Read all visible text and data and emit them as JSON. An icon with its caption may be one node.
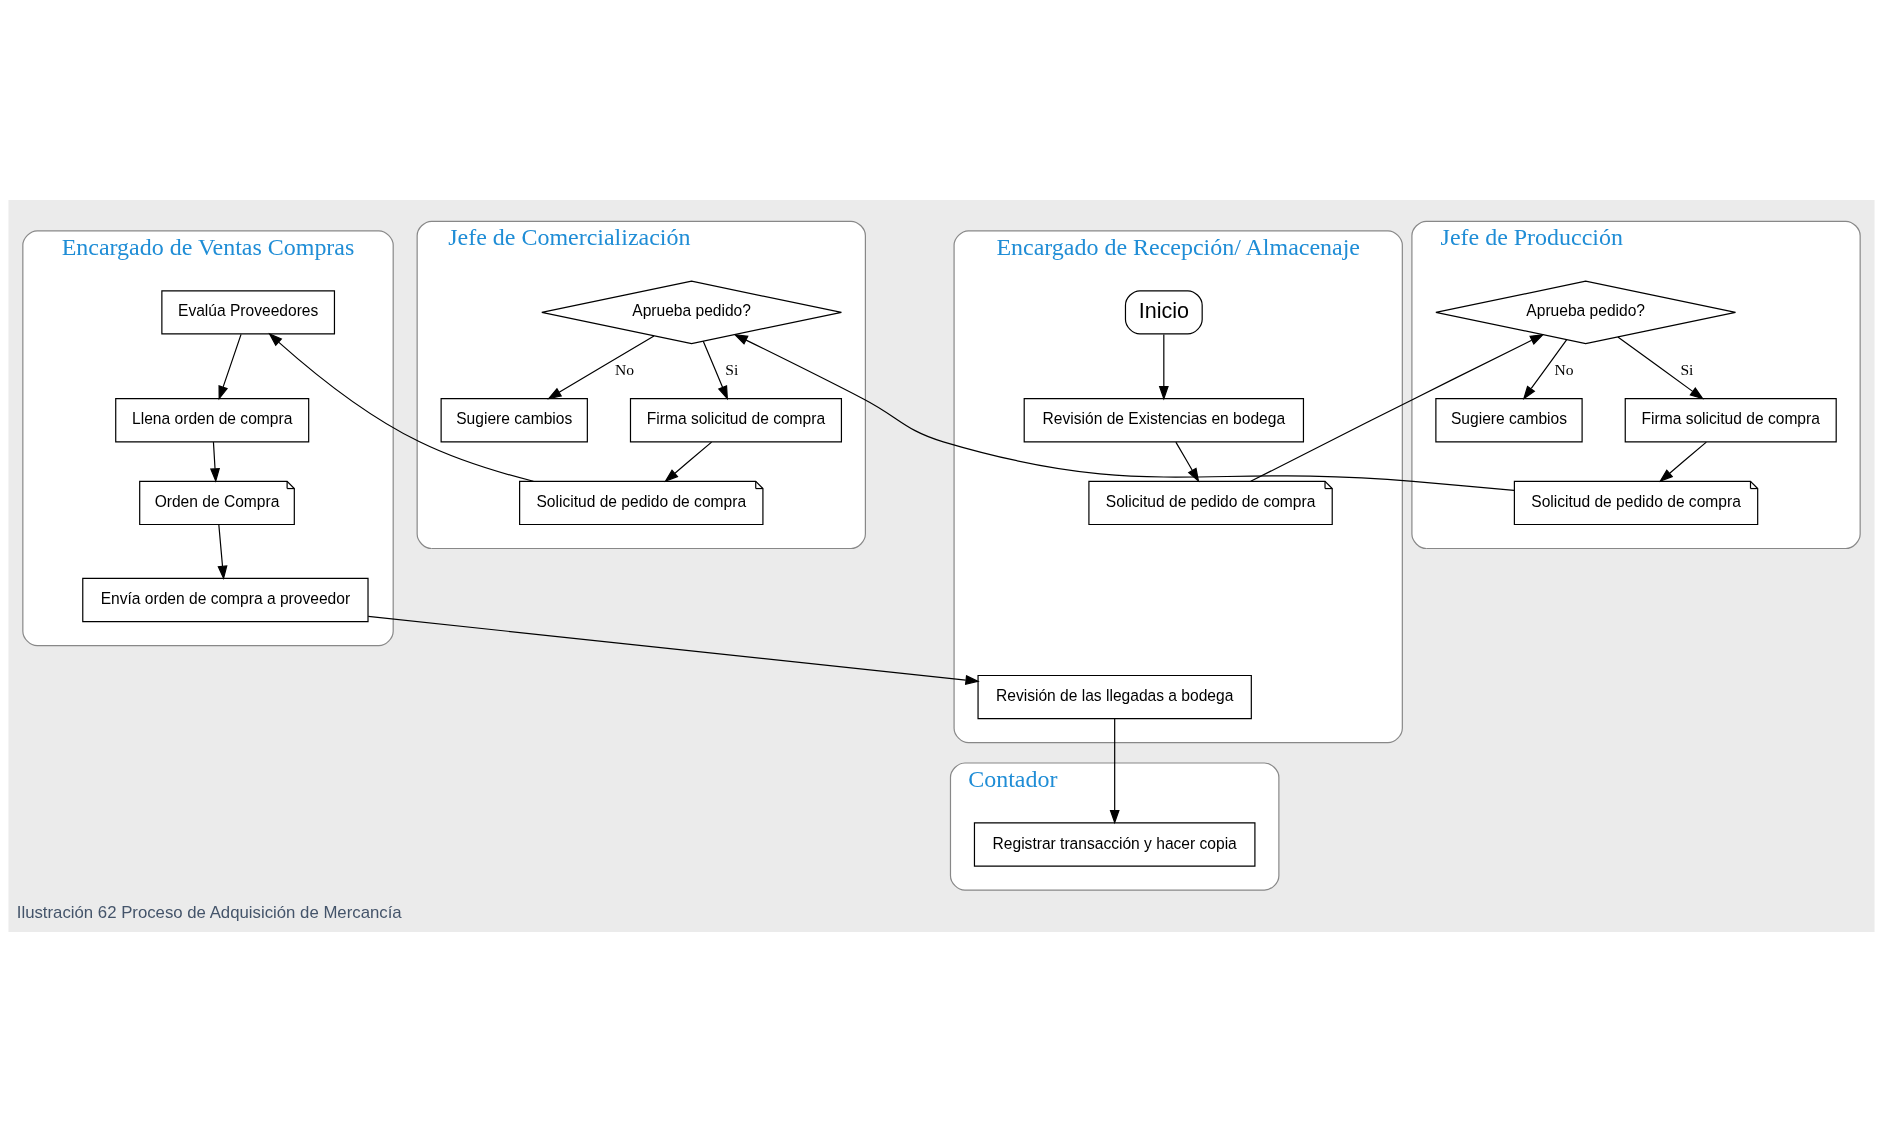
{
  "diagram": {
    "caption": "Ilustración 62 Proceso de Adquisición de Mercancía",
    "nodes": [
      {
        "text": [
          "Encargado de Recepción/ Almacenaje"
        ]
      },
      {
        "text": [
          "Inicio"
        ],
        "in": 0
      },
      {
        "text": [
          "Revisión de Existencias en bodega"
        ],
        "in": 0
      },
      {
        "text": [
          "Solicitud de pedido de compra"
        ],
        "in": 0
      },
      {
        "text": [
          "Revisión de las llegadas a bodega"
        ],
        "in": 0
      },
      {
        "text": [
          "Jefe de Producción"
        ]
      },
      {
        "text": [
          "Aprueba pedido?"
        ],
        "in": 5
      },
      {
        "text": [
          "Sugiere cambios"
        ],
        "in": 5
      },
      {
        "text": [
          "Firma solicitud de compra"
        ],
        "in": 5
      },
      {
        "text": [
          "Solicitud de pedido de compra"
        ],
        "in": 5
      },
      {
        "text": [
          "Jefe de Comercialización"
        ]
      },
      {
        "text": [
          "Aprueba pedido?"
        ],
        "in": 10
      },
      {
        "text": [
          "Sugiere cambios"
        ],
        "in": 10
      },
      {
        "text": [
          "Firma solicitud de compra"
        ],
        "in": 10
      },
      {
        "text": [
          "Solicitud de pedido de compra"
        ],
        "in": 10
      },
      {
        "text": [
          "Encargado de Ventas Compras"
        ]
      },
      {
        "text": [
          "Evalúa Proveedores"
        ],
        "in": 15
      },
      {
        "text": [
          "Llena orden de compra"
        ],
        "in": 15
      },
      {
        "text": [
          "Orden de Compra"
        ],
        "in": 15
      },
      {
        "text": [
          "Envía orden de compra a proveedor"
        ],
        "in": 15
      },
      {
        "text": [
          "Contador"
        ]
      },
      {
        "text": [
          "Registrar transacción y hacer copia"
        ],
        "in": 20
      }
    ],
    "edges": [
      {
        "from": 1,
        "to": 2,
        "arrow": "to"
      },
      {
        "from": 2,
        "to": 3,
        "arrow": "to"
      },
      {
        "from": 3,
        "to": 6,
        "arrow": "to"
      },
      {
        "from": 6,
        "to": 7,
        "arrow": "to",
        "label": "No"
      },
      {
        "from": 6,
        "to": 8,
        "arrow": "to",
        "label": "Si"
      },
      {
        "from": 8,
        "to": 9,
        "arrow": "to"
      },
      {
        "from": 9,
        "to": 11,
        "arrow": "to"
      },
      {
        "from": 11,
        "to": 12,
        "arrow": "to",
        "label": "No"
      },
      {
        "from": 11,
        "to": 13,
        "arrow": "to",
        "label": "Si"
      },
      {
        "from": 13,
        "to": 14,
        "arrow": "to"
      },
      {
        "from": 14,
        "to": 16,
        "arrow": "to"
      },
      {
        "from": 16,
        "to": 17,
        "arrow": "to"
      },
      {
        "from": 17,
        "to": 18,
        "arrow": "to"
      },
      {
        "from": 18,
        "to": 19,
        "arrow": "to"
      },
      {
        "from": 19,
        "to": 4,
        "arrow": "to"
      },
      {
        "from": 4,
        "to": 21,
        "arrow": "to"
      }
    ]
  }
}
